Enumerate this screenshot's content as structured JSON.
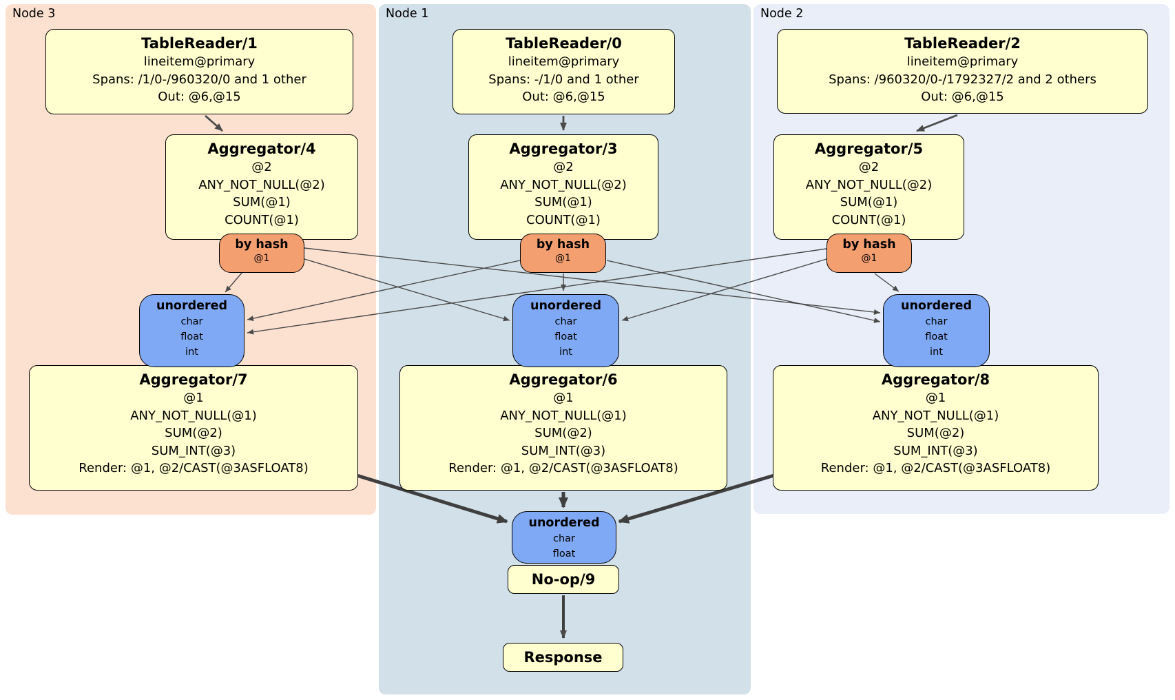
{
  "colors": {
    "node3_bg": "#fce1d1",
    "node1_bg": "#d2e0e9",
    "node2_bg": "#eaeef9",
    "processor_fill": "#ffffcf",
    "router_fill": "#f49f70",
    "sync_fill": "#7fa9f4",
    "box_border": "#000000",
    "edge_thin": "#4a4a4a",
    "edge_thick": "#3f3f3f"
  },
  "panels": {
    "node3": {
      "label": "Node 3"
    },
    "node1": {
      "label": "Node 1"
    },
    "node2": {
      "label": "Node 2"
    }
  },
  "node3": {
    "table_reader": {
      "title": "TableReader/1",
      "lines": [
        "lineitem@primary",
        "Spans: /1/0-/960320/0 and 1 other",
        "Out: @6,@15"
      ]
    },
    "agg_top": {
      "title": "Aggregator/4",
      "lines": [
        "@2",
        "ANY_NOT_NULL(@2)",
        "SUM(@1)",
        "COUNT(@1)"
      ]
    },
    "router": {
      "title": "by hash",
      "lines": [
        "@1"
      ]
    },
    "sync": {
      "title": "unordered",
      "lines": [
        "char",
        "float",
        "int"
      ]
    },
    "agg_bottom": {
      "title": "Aggregator/7",
      "lines": [
        "@1",
        "ANY_NOT_NULL(@1)",
        "SUM(@2)",
        "SUM_INT(@3)",
        "Render: @1, @2/CAST(@3ASFLOAT8)"
      ]
    }
  },
  "node1": {
    "table_reader": {
      "title": "TableReader/0",
      "lines": [
        "lineitem@primary",
        "Spans: -/1/0 and 1 other",
        "Out: @6,@15"
      ]
    },
    "agg_top": {
      "title": "Aggregator/3",
      "lines": [
        "@2",
        "ANY_NOT_NULL(@2)",
        "SUM(@1)",
        "COUNT(@1)"
      ]
    },
    "router": {
      "title": "by hash",
      "lines": [
        "@1"
      ]
    },
    "sync": {
      "title": "unordered",
      "lines": [
        "char",
        "float",
        "int"
      ]
    },
    "agg_bottom": {
      "title": "Aggregator/6",
      "lines": [
        "@1",
        "ANY_NOT_NULL(@1)",
        "SUM(@2)",
        "SUM_INT(@3)",
        "Render: @1, @2/CAST(@3ASFLOAT8)"
      ]
    },
    "final_sync": {
      "title": "unordered",
      "lines": [
        "char",
        "float"
      ]
    },
    "noop": {
      "title": "No-op/9"
    },
    "response": {
      "title": "Response"
    }
  },
  "node2": {
    "table_reader": {
      "title": "TableReader/2",
      "lines": [
        "lineitem@primary",
        "Spans: /960320/0-/1792327/2 and 2 others",
        "Out: @6,@15"
      ]
    },
    "agg_top": {
      "title": "Aggregator/5",
      "lines": [
        "@2",
        "ANY_NOT_NULL(@2)",
        "SUM(@1)",
        "COUNT(@1)"
      ]
    },
    "router": {
      "title": "by hash",
      "lines": [
        "@1"
      ]
    },
    "sync": {
      "title": "unordered",
      "lines": [
        "char",
        "float",
        "int"
      ]
    },
    "agg_bottom": {
      "title": "Aggregator/8",
      "lines": [
        "@1",
        "ANY_NOT_NULL(@1)",
        "SUM(@2)",
        "SUM_INT(@3)",
        "Render: @1, @2/CAST(@3ASFLOAT8)"
      ]
    }
  }
}
